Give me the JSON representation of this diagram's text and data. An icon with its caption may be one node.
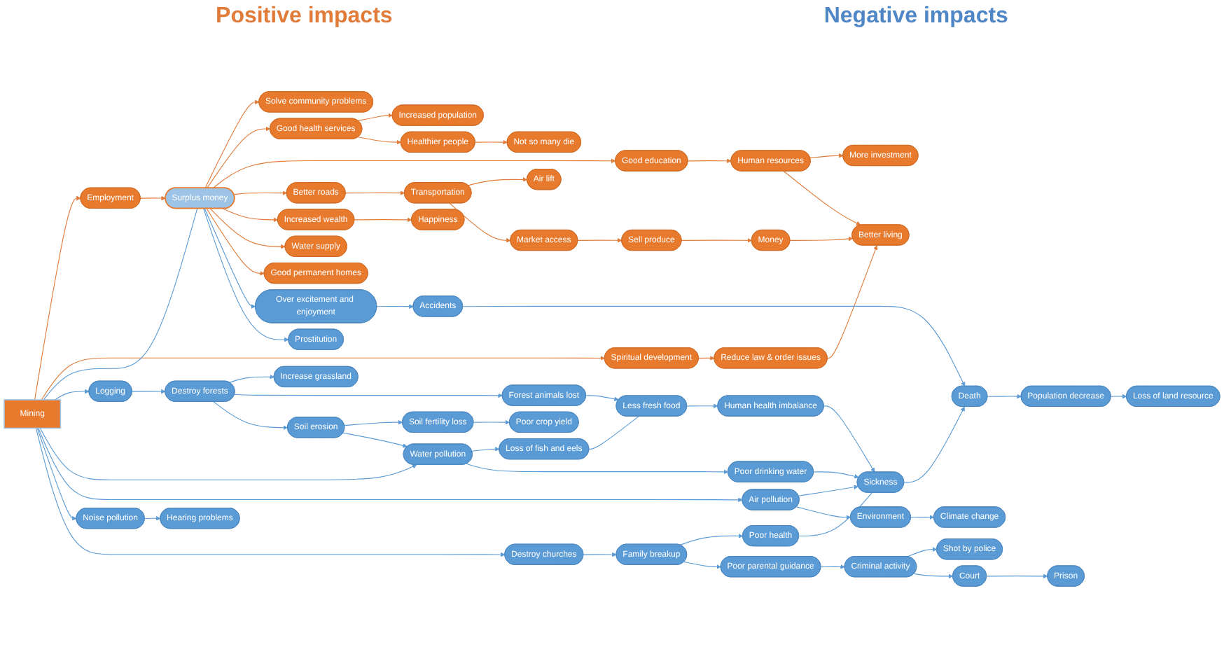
{
  "diagram": {
    "nodes": [
      {
        "text": [
          "Mining"
        ]
      },
      {
        "text": [
          "Surplus money"
        ]
      },
      {
        "text": [
          "Solve community problems"
        ]
      },
      {
        "text": [
          "Good health services"
        ]
      },
      {
        "text": [
          "Increased population"
        ]
      },
      {
        "text": [
          "Healthier people"
        ]
      },
      {
        "text": [
          "Not so many die"
        ]
      },
      {
        "text": [
          "Good education"
        ]
      },
      {
        "text": [
          "Human resources"
        ]
      },
      {
        "text": [
          "More investment"
        ]
      },
      {
        "text": [
          "Better roads"
        ]
      },
      {
        "text": [
          "Air lift"
        ]
      },
      {
        "text": [
          "Transportation"
        ]
      },
      {
        "text": [
          "Increased wealth"
        ]
      },
      {
        "text": [
          "Market access"
        ]
      },
      {
        "text": [
          "Sell produce"
        ]
      },
      {
        "text": [
          "Money"
        ]
      },
      {
        "text": [
          "Better living"
        ]
      },
      {
        "text": [
          "Happiness"
        ]
      },
      {
        "text": [
          "Water supply"
        ]
      },
      {
        "text": [
          "Good permanent homes"
        ]
      },
      {
        "text": [
          "Employment"
        ]
      },
      {
        "text": [
          "Spiritual development"
        ]
      },
      {
        "text": [
          "Reduce law & order issues"
        ]
      },
      {
        "text": [
          "Over excitement and enjoyment"
        ]
      },
      {
        "text": [
          "Accidents"
        ]
      },
      {
        "text": [
          "Prostitution"
        ]
      },
      {
        "text": [
          "Increase grassland"
        ]
      },
      {
        "text": [
          "Destroy forests"
        ]
      },
      {
        "text": [
          "Forest animals lost"
        ]
      },
      {
        "text": [
          "Soil erosion"
        ]
      },
      {
        "text": [
          "Soil fertility loss"
        ]
      },
      {
        "text": [
          "Poor crop yield"
        ]
      },
      {
        "text": [
          "Logging"
        ]
      },
      {
        "text": [
          "Water pollution"
        ]
      },
      {
        "text": [
          "Loss of fish and eels"
        ]
      },
      {
        "text": [
          "Less fresh food"
        ]
      },
      {
        "text": [
          "Poor drinking water"
        ]
      },
      {
        "text": [
          "Air pollution"
        ]
      },
      {
        "text": [
          "Human health imbalance"
        ]
      },
      {
        "text": [
          "Sickness"
        ]
      },
      {
        "text": [
          "Noise pollution"
        ]
      },
      {
        "text": [
          "Environment"
        ]
      },
      {
        "text": [
          "Climate change"
        ]
      },
      {
        "text": [
          "Hearing problems"
        ]
      },
      {
        "text": [
          "Death"
        ]
      },
      {
        "text": [
          "Loss of land resource"
        ]
      },
      {
        "text": [
          "Population decrease"
        ]
      },
      {
        "text": [
          "Destroy churches"
        ]
      },
      {
        "text": [
          "Family breakup"
        ]
      },
      {
        "text": [
          "Poor health"
        ]
      },
      {
        "text": [
          "Poor parental guidance"
        ]
      },
      {
        "text": [
          "Criminal activity"
        ]
      },
      {
        "text": [
          "Shot by police"
        ]
      },
      {
        "text": [
          "Court"
        ]
      },
      {
        "text": [
          "Prison"
        ]
      }
    ],
    "edges": [
      {
        "from": 0,
        "to": 21,
        "arrow": "to",
        "color": "#e07b39"
      },
      {
        "from": 0,
        "to": 22,
        "arrow": "to",
        "color": "#e07b39"
      },
      {
        "from": 21,
        "to": 1,
        "arrow": "to",
        "color": "#e07b39"
      },
      {
        "from": 0,
        "to": 1,
        "arrow": "none"
      },
      {
        "from": 1,
        "to": 2,
        "arrow": "to",
        "color": "#e07b39"
      },
      {
        "from": 1,
        "to": 3,
        "arrow": "to",
        "color": "#e07b39"
      },
      {
        "from": 3,
        "to": 4,
        "arrow": "to",
        "color": "#e07b39"
      },
      {
        "from": 3,
        "to": 5,
        "arrow": "to",
        "color": "#e07b39"
      },
      {
        "from": 5,
        "to": 6,
        "arrow": "to",
        "color": "#e07b39"
      },
      {
        "from": 1,
        "to": 7,
        "arrow": "to",
        "color": "#e07b39"
      },
      {
        "from": 7,
        "to": 8,
        "arrow": "to",
        "color": "#e07b39"
      },
      {
        "from": 8,
        "to": 9,
        "arrow": "to",
        "color": "#e07b39"
      },
      {
        "from": 8,
        "to": 17,
        "arrow": "to",
        "color": "#e07b39"
      },
      {
        "from": 1,
        "to": 10,
        "arrow": "to",
        "color": "#e07b39"
      },
      {
        "from": 10,
        "to": 12,
        "arrow": "to",
        "color": "#e07b39"
      },
      {
        "from": 12,
        "to": 11,
        "arrow": "to",
        "color": "#e07b39"
      },
      {
        "from": 12,
        "to": 14,
        "arrow": "to",
        "color": "#e07b39"
      },
      {
        "from": 14,
        "to": 15,
        "arrow": "to",
        "color": "#e07b39"
      },
      {
        "from": 15,
        "to": 16,
        "arrow": "to",
        "color": "#e07b39"
      },
      {
        "from": 16,
        "to": 17,
        "arrow": "to",
        "color": "#e07b39"
      },
      {
        "from": 1,
        "to": 13,
        "arrow": "to",
        "color": "#e07b39"
      },
      {
        "from": 13,
        "to": 18,
        "arrow": "to",
        "color": "#e07b39"
      },
      {
        "from": 1,
        "to": 19,
        "arrow": "to",
        "color": "#e07b39"
      },
      {
        "from": 1,
        "to": 20,
        "arrow": "to",
        "color": "#e07b39"
      },
      {
        "from": 22,
        "to": 23,
        "arrow": "to",
        "color": "#e07b39"
      },
      {
        "from": 23,
        "to": 17,
        "arrow": "to",
        "color": "#e07b39"
      },
      {
        "from": 1,
        "to": 24,
        "arrow": "to"
      },
      {
        "from": 1,
        "to": 26,
        "arrow": "to"
      },
      {
        "from": 24,
        "to": 25,
        "arrow": "to"
      },
      {
        "from": 25,
        "to": 45,
        "arrow": "to"
      },
      {
        "from": 0,
        "to": 33,
        "arrow": "to"
      },
      {
        "from": 33,
        "to": 28,
        "arrow": "to"
      },
      {
        "from": 28,
        "to": 27,
        "arrow": "to"
      },
      {
        "from": 28,
        "to": 29,
        "arrow": "to"
      },
      {
        "from": 28,
        "to": 30,
        "arrow": "to"
      },
      {
        "from": 30,
        "to": 31,
        "arrow": "to"
      },
      {
        "from": 31,
        "to": 32,
        "arrow": "to"
      },
      {
        "from": 30,
        "to": 34,
        "arrow": "to"
      },
      {
        "from": 0,
        "to": 34,
        "arrow": "to"
      },
      {
        "from": 34,
        "to": 35,
        "arrow": "to"
      },
      {
        "from": 34,
        "to": 37,
        "arrow": "to"
      },
      {
        "from": 35,
        "to": 36,
        "arrow": "none"
      },
      {
        "from": 29,
        "to": 36,
        "arrow": "to"
      },
      {
        "from": 36,
        "to": 39,
        "arrow": "to"
      },
      {
        "from": 39,
        "to": 40,
        "arrow": "to"
      },
      {
        "from": 37,
        "to": 40,
        "arrow": "to"
      },
      {
        "from": 0,
        "to": 38,
        "arrow": "to"
      },
      {
        "from": 38,
        "to": 40,
        "arrow": "to"
      },
      {
        "from": 38,
        "to": 42,
        "arrow": "to"
      },
      {
        "from": 42,
        "to": 43,
        "arrow": "to"
      },
      {
        "from": 0,
        "to": 41,
        "arrow": "to"
      },
      {
        "from": 41,
        "to": 44,
        "arrow": "to"
      },
      {
        "from": 40,
        "to": 45,
        "arrow": "to"
      },
      {
        "from": 45,
        "to": 47,
        "arrow": "to"
      },
      {
        "from": 47,
        "to": 46,
        "arrow": "to"
      },
      {
        "from": 0,
        "to": 48,
        "arrow": "to"
      },
      {
        "from": 48,
        "to": 49,
        "arrow": "to"
      },
      {
        "from": 49,
        "to": 50,
        "arrow": "to"
      },
      {
        "from": 50,
        "to": 40,
        "arrow": "none"
      },
      {
        "from": 49,
        "to": 51,
        "arrow": "to"
      },
      {
        "from": 51,
        "to": 52,
        "arrow": "to"
      },
      {
        "from": 52,
        "to": 53,
        "arrow": "to"
      },
      {
        "from": 52,
        "to": 54,
        "arrow": "to"
      },
      {
        "from": 54,
        "to": 55,
        "arrow": "to"
      }
    ],
    "labels": [
      "Positive impacts",
      "Negative impacts"
    ]
  }
}
